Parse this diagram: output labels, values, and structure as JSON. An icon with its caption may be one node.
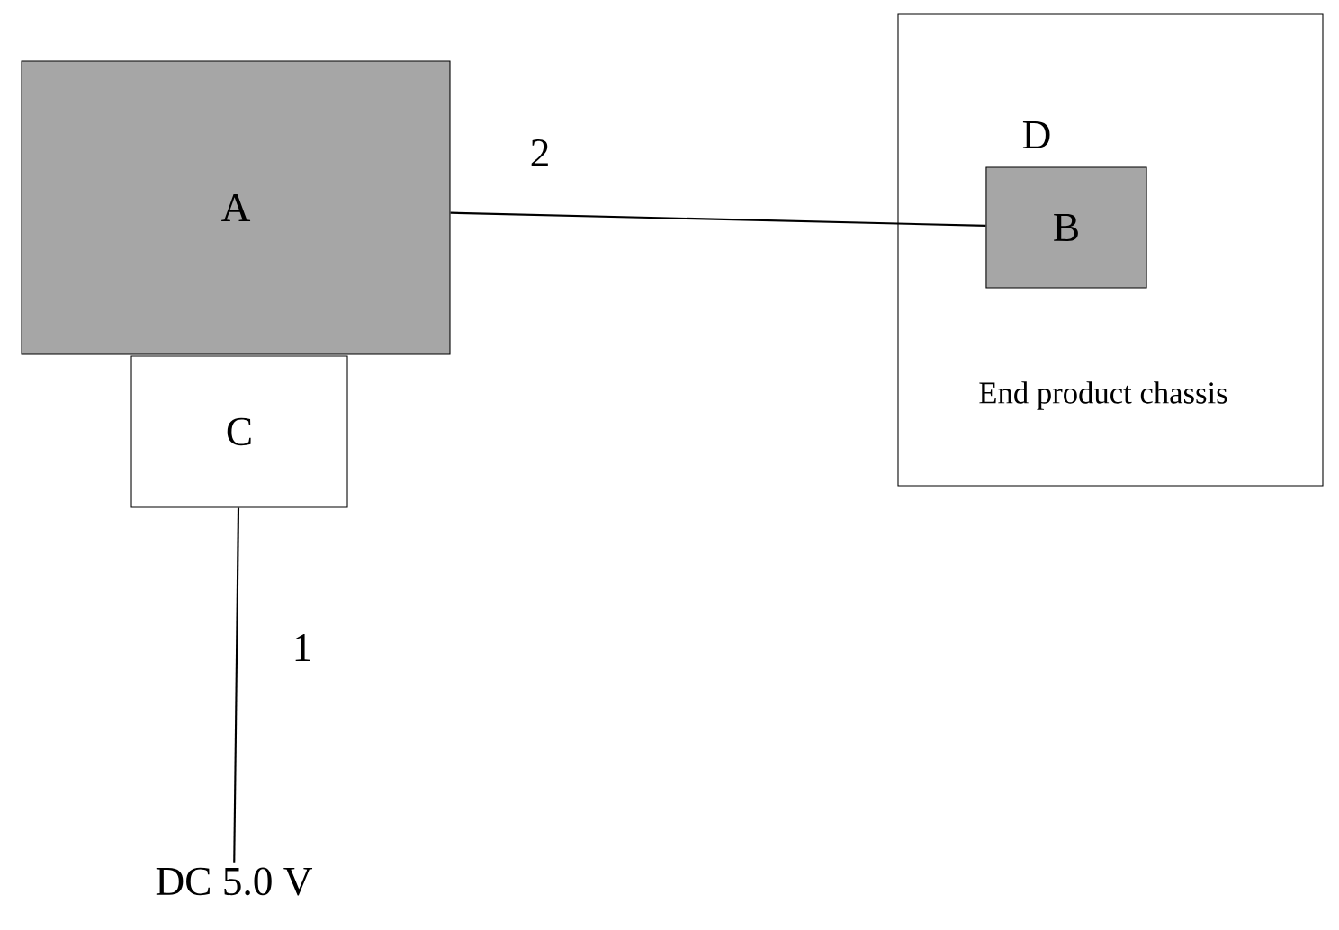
{
  "diagram": {
    "nodes": [
      {
        "text": [
          "A"
        ]
      },
      {
        "text": [
          "C"
        ]
      },
      {
        "text": [
          "D",
          "End product chassis"
        ]
      },
      {
        "text": [
          "B"
        ],
        "in": 2
      },
      {
        "text": [
          "DC 5.0 V"
        ]
      }
    ],
    "edges": [
      {
        "from": 0,
        "to": 3,
        "arrow": "none",
        "label": "2"
      },
      {
        "from": 1,
        "to": 4,
        "arrow": "none",
        "label": "1"
      }
    ]
  }
}
